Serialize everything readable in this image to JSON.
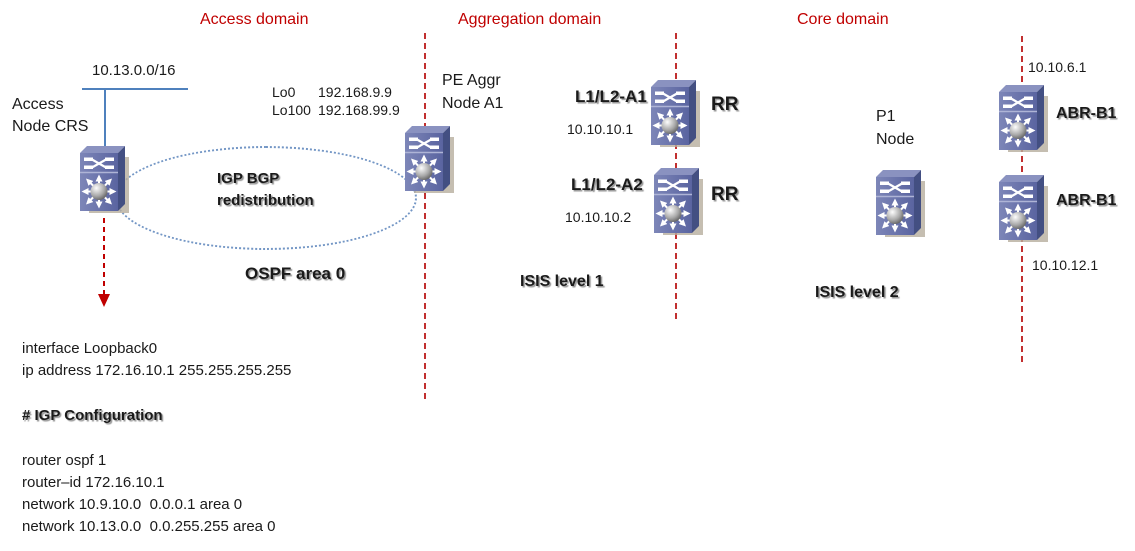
{
  "domains": [
    {
      "label": "Access domain"
    },
    {
      "label": "Aggregation domain"
    },
    {
      "label": "Core domain"
    }
  ],
  "access": {
    "subnet": "10.13.0.0/16",
    "node_line1": "Access",
    "node_line2": "Node CRS",
    "lo0_name": "Lo0",
    "lo0_ip": "192.168.9.9",
    "lo100_name": "Lo100",
    "lo100_ip": "192.168.99.9",
    "redistribution_line1": "IGP BGP",
    "redistribution_line2": "redistribution",
    "area_label": "OSPF area 0"
  },
  "aggregation": {
    "pe_line1": "PE Aggr",
    "pe_line2": "Node A1",
    "rr1": {
      "name": "L1/L2-A1",
      "ip": "10.10.10.1",
      "role": "RR"
    },
    "rr2": {
      "name": "L1/L2-A2",
      "ip": "10.10.10.2",
      "role": "RR"
    },
    "protocol_label": "ISIS level 1"
  },
  "core": {
    "p1_line1": "P1",
    "p1_line2": "Node",
    "abr1": {
      "name": "ABR-B1",
      "ip": "10.10.6.1"
    },
    "abr2": {
      "name": "ABR-B1",
      "ip": "10.10.12.1"
    },
    "protocol_label": "ISIS level 2"
  },
  "config": {
    "interface_block": [
      "interface Loopback0",
      "ip address 172.16.10.1 255.255.255.255"
    ],
    "section_header": "# IGP Configuration",
    "ospf_block": [
      "router ospf 1",
      "router–id 172.16.10.1",
      "network 10.9.10.0  0.0.0.1 area 0",
      "network 10.13.0.0  0.0.255.255 area 0"
    ]
  },
  "colors": {
    "domain_label": "#c00000",
    "boundary_dash": "#c23030",
    "link_blue": "#4f81bd",
    "ellipse_dot": "#7396c5",
    "router_body": "#6b74a8"
  }
}
